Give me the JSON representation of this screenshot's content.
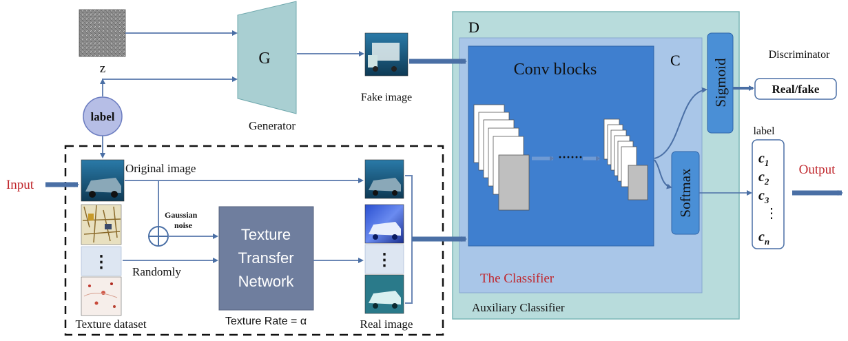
{
  "labels": {
    "z": "z",
    "generator_letter": "G",
    "generator": "Generator",
    "label_node": "label",
    "fake_image": "Fake image",
    "original_image": "Original image",
    "input": "Input",
    "gaussian_noise_line1": "Gaussian",
    "gaussian_noise_line2": "noise",
    "randomly": "Randomly",
    "ttn_line1": "Texture",
    "ttn_line2": "Transfer",
    "ttn_line3": "Network",
    "texture_rate": "Texture Rate = α",
    "texture_dataset": "Texture dataset",
    "real_image": "Real image",
    "vdots": "⋮",
    "d_letter": "D",
    "c_letter": "C",
    "conv_blocks": "Conv blocks",
    "dots": "······",
    "the_classifier": "The Classifier",
    "auxiliary_classifier": "Auxiliary Classifier",
    "sigmoid": "Sigmoid",
    "softmax": "Softmax",
    "discriminator": "Discriminator",
    "real_fake": "Real/fake",
    "label_out": "label",
    "c1": "c",
    "c1_sub": "1",
    "c2": "c",
    "c2_sub": "2",
    "c3": "c",
    "c3_sub": "3",
    "cn": "c",
    "cn_sub": "n",
    "output": "Output"
  },
  "colors": {
    "arrow": "#4a6fa5",
    "thin_line": "#6b87b5",
    "teal_outer": "#b8dcdc",
    "teal_border": "#7ab6b6",
    "classifier_box": "#a9c6e8",
    "conv_box": "#3f7fcf",
    "ttn_box": "#6f7e9e",
    "red_text": "#c0262c",
    "label_circle": "#b6bee6"
  }
}
